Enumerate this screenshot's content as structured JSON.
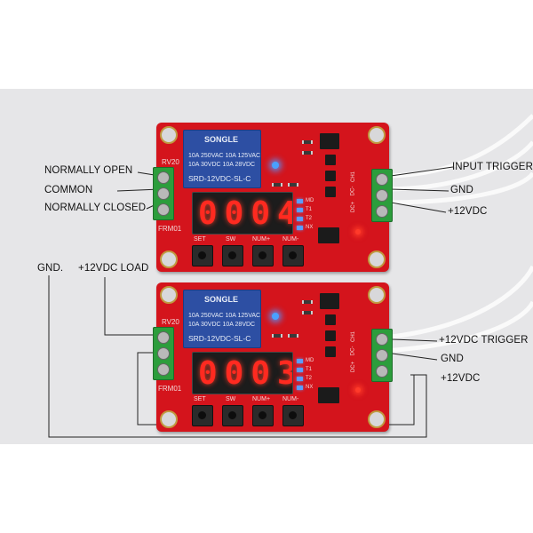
{
  "labels": {
    "normally_open": "NORMALLY OPEN",
    "common": "COMMON",
    "normally_closed": "NORMALLY CLOSED",
    "gnd_left": "GND.",
    "load_12v": "+12VDC LOAD",
    "input_trigger": "INPUT TRIGGER",
    "gnd_top": "GND",
    "v12_top": "+12VDC",
    "trigger_12v": "+12VDC TRIGGER",
    "gnd_bottom": "GND",
    "v12_bottom": "+12VDC"
  },
  "boards": [
    {
      "display_value": "0004",
      "relay_brand": "SONGLE",
      "relay_rating_1": "10A 250VAC 10A 125VAC",
      "relay_rating_2": "10A 30VDC 10A 28VDC",
      "relay_model": "SRD-12VDC-SL-C",
      "marking_rv": "RV20",
      "marking_model": "FRM01",
      "button_labels": [
        "SET",
        "SW",
        "NUM+",
        "NUM-"
      ],
      "mode_labels": [
        "MD",
        "T1",
        "T2",
        "NX"
      ],
      "power_labels": [
        "CH1",
        "DC-",
        "DC+"
      ]
    },
    {
      "display_value": "0003",
      "relay_brand": "SONGLE",
      "relay_rating_1": "10A 250VAC 10A 125VAC",
      "relay_rating_2": "10A 30VDC 10A 28VDC",
      "relay_model": "SRD-12VDC-SL-C",
      "marking_rv": "RV20",
      "marking_model": "FRM01",
      "button_labels": [
        "SET",
        "SW",
        "NUM+",
        "NUM-"
      ],
      "mode_labels": [
        "MD",
        "T1",
        "T2",
        "NX"
      ],
      "power_labels": [
        "CH1",
        "DC-",
        "DC+"
      ]
    }
  ],
  "colors": {
    "pcb": "#d4141c",
    "relay": "#2d4fa3",
    "terminal": "#2c9d3c",
    "display_digits": "#ff2a20",
    "background": "#e6e6e8"
  }
}
